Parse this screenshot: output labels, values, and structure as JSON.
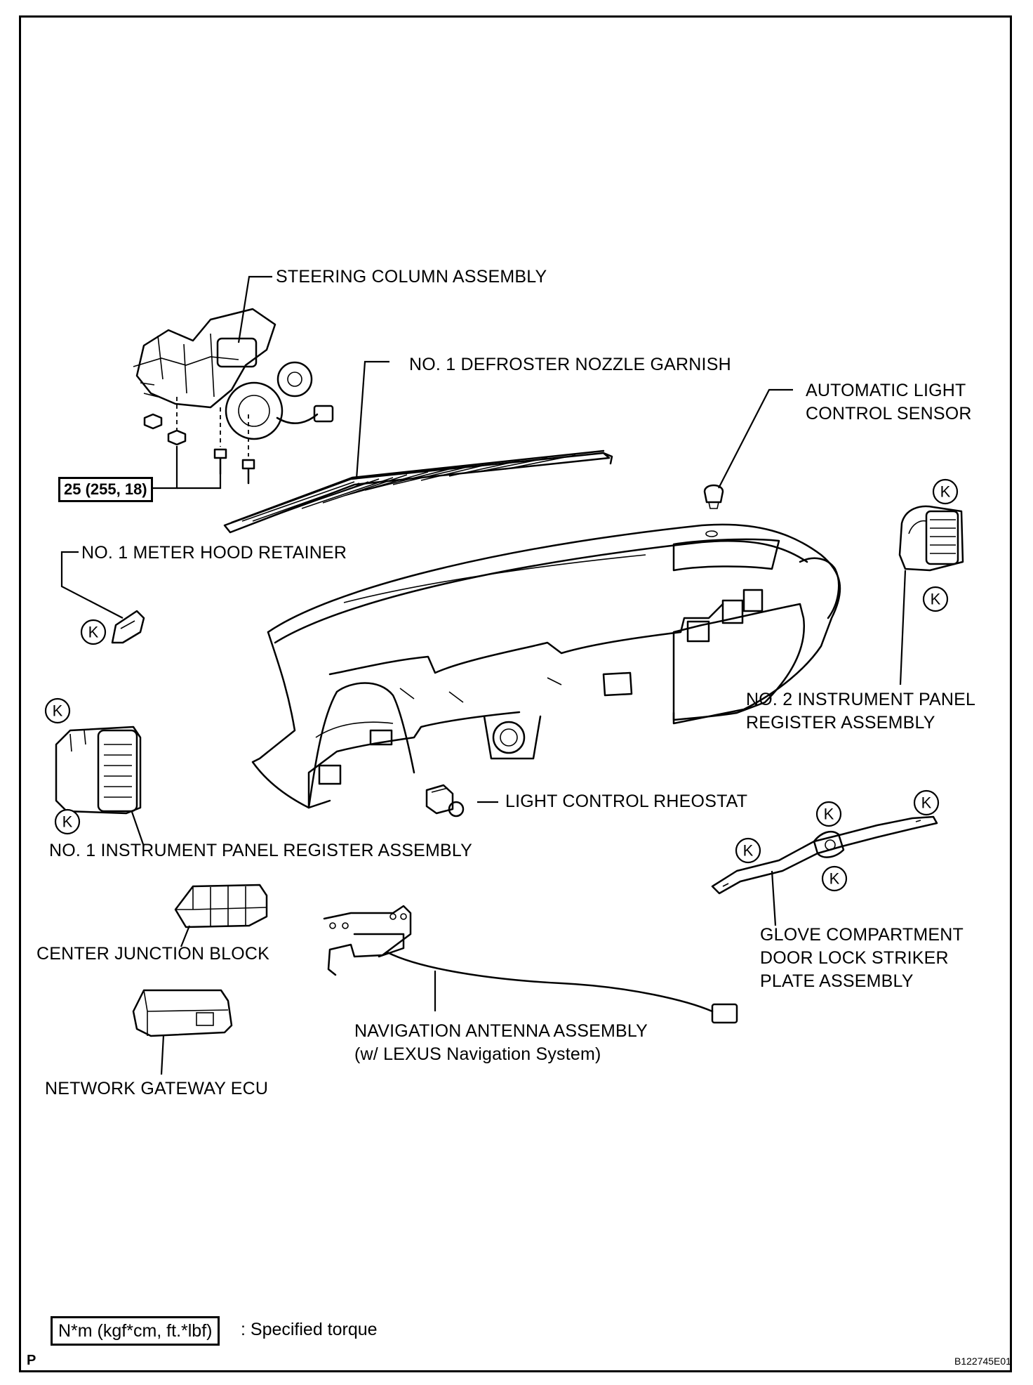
{
  "labels": {
    "steering_column": "STEERING COLUMN ASSEMBLY",
    "defroster_garnish": "NO. 1 DEFROSTER NOZZLE GARNISH",
    "auto_light_sensor_1": "AUTOMATIC LIGHT",
    "auto_light_sensor_2": "CONTROL SENSOR",
    "meter_hood_retainer": "NO. 1 METER HOOD RETAINER",
    "no2_register_1": "NO. 2 INSTRUMENT PANEL",
    "no2_register_2": "REGISTER ASSEMBLY",
    "light_rheostat": "LIGHT CONTROL RHEOSTAT",
    "no1_register": "NO. 1 INSTRUMENT PANEL REGISTER ASSEMBLY",
    "center_junction": "CENTER JUNCTION BLOCK",
    "glove_striker_1": "GLOVE COMPARTMENT",
    "glove_striker_2": "DOOR LOCK STRIKER",
    "glove_striker_3": "PLATE ASSEMBLY",
    "nav_antenna_1": "NAVIGATION ANTENNA ASSEMBLY",
    "nav_antenna_2": "(w/ LEXUS Navigation System)",
    "network_ecu": "NETWORK GATEWAY ECU"
  },
  "torque_value": "25 (255, 18)",
  "clip_mark": "K",
  "legend": {
    "unit": "N*m (kgf*cm, ft.*lbf)",
    "description": ": Specified torque"
  },
  "corner_mark": "P",
  "figure_code": "B122745E01"
}
